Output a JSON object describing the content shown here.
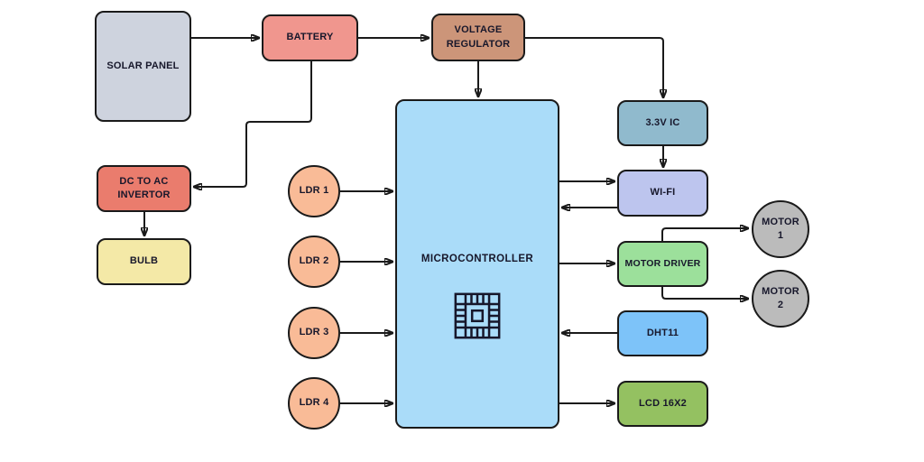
{
  "diagram": {
    "type": "block-diagram",
    "title": "Solar powered microcontroller system block diagram",
    "background": "#ffffff",
    "wire_color": "#1a1a1a",
    "text_color": "#17172b",
    "nodes": {
      "solar_panel": {
        "label": "SOLAR PANEL",
        "shape": "rect",
        "fill": "#ced3de"
      },
      "battery": {
        "label": "BATTERY",
        "shape": "rect",
        "fill": "#f0968e"
      },
      "voltage_regulator": {
        "label": "VOLTAGE REGULATOR",
        "shape": "rect",
        "fill": "#cc9579"
      },
      "ic_3v3": {
        "label": "3.3V IC",
        "shape": "rect",
        "fill": "#90bacd"
      },
      "wifi": {
        "label": "WI-FI",
        "shape": "rect",
        "fill": "#bdc5ee"
      },
      "motor_driver": {
        "label": "MOTOR DRIVER",
        "shape": "rect",
        "fill": "#9ce09b"
      },
      "dht11": {
        "label": "DHT11",
        "shape": "rect",
        "fill": "#7dc3f9"
      },
      "lcd_16x2": {
        "label": "LCD 16X2",
        "shape": "rect",
        "fill": "#94c161"
      },
      "dc_ac_invertor": {
        "label": "DC TO AC INVERTOR",
        "shape": "rect",
        "fill": "#ea7c6d"
      },
      "bulb": {
        "label": "BULB",
        "shape": "rect",
        "fill": "#f4e9a7"
      },
      "microcontroller": {
        "label": "MICROCONTROLLER",
        "shape": "rect",
        "fill": "#aadcf9",
        "icon": "chip-icon"
      },
      "ldr1": {
        "label": "LDR 1",
        "shape": "circle",
        "fill": "#f9bb97"
      },
      "ldr2": {
        "label": "LDR 2",
        "shape": "circle",
        "fill": "#f9bb97"
      },
      "ldr3": {
        "label": "LDR 3",
        "shape": "circle",
        "fill": "#f9bb97"
      },
      "ldr4": {
        "label": "LDR 4",
        "shape": "circle",
        "fill": "#f9bb97"
      },
      "motor1": {
        "label": "MOTOR 1",
        "shape": "circle",
        "fill": "#bbbbbb"
      },
      "motor2": {
        "label": "MOTOR 2",
        "shape": "circle",
        "fill": "#bbbbbb"
      }
    },
    "edges": [
      {
        "from": "solar_panel",
        "to": "battery"
      },
      {
        "from": "battery",
        "to": "voltage_regulator"
      },
      {
        "from": "voltage_regulator",
        "to": "microcontroller"
      },
      {
        "from": "voltage_regulator",
        "to": "ic_3v3"
      },
      {
        "from": "ic_3v3",
        "to": "wifi"
      },
      {
        "from": "battery",
        "to": "dc_ac_invertor"
      },
      {
        "from": "dc_ac_invertor",
        "to": "bulb"
      },
      {
        "from": "ldr1",
        "to": "microcontroller"
      },
      {
        "from": "ldr2",
        "to": "microcontroller"
      },
      {
        "from": "ldr3",
        "to": "microcontroller"
      },
      {
        "from": "ldr4",
        "to": "microcontroller"
      },
      {
        "from": "microcontroller",
        "to": "wifi"
      },
      {
        "from": "wifi",
        "to": "microcontroller"
      },
      {
        "from": "microcontroller",
        "to": "motor_driver"
      },
      {
        "from": "motor_driver",
        "to": "motor1"
      },
      {
        "from": "motor_driver",
        "to": "motor2"
      },
      {
        "from": "dht11",
        "to": "microcontroller"
      },
      {
        "from": "microcontroller",
        "to": "lcd_16x2"
      }
    ]
  }
}
